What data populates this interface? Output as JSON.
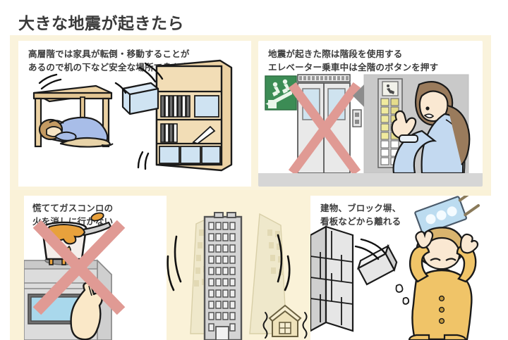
{
  "page": {
    "title": "大きな地震が起きたら",
    "background_color": "#ffffff",
    "band_color": "#faf3dc",
    "panel_color": "#ffffff",
    "title_color": "#3a3a3a"
  },
  "panels": [
    {
      "id": "high-floor-furniture",
      "text": "高層階では家具が転倒・移動することが\nあるので机の下など安全な場所で身を守る",
      "illustration": "person sheltering under table beside toppling shelf with falling storage box",
      "elements": {
        "table_color": "#e8cfa0",
        "person_clothing_color": "#a8bde8",
        "shelf_color": "#e8cfa0",
        "box_color": "#cfe3f2"
      }
    },
    {
      "id": "use-stairs-elevator",
      "text": "地震が起きた際は階段を使用する\nエレベーター乗車中は全階のボタンを押す",
      "illustration": "green emergency exit sign, elevator doors crossed out in red, woman pressing all elevator floor buttons",
      "elements": {
        "exit_sign_color": "#3c8c55",
        "cross_mark_color": "#e09a94",
        "elevator_wall_color": "#c9c9c9",
        "button_highlight_color": "#e8e09a",
        "woman_clothing_color": "#c3d9f0",
        "woman_hair_color": "#9a7b5c"
      }
    },
    {
      "id": "do-not-rush-to-stove",
      "text": "慌ててガスコンロの\n火を消しに行かない",
      "illustration": "hand reaching for gas stove knob with spilling pot, crossed out in red",
      "elements": {
        "cross_mark_color": "#e09a94",
        "stove_color": "#d8d8d8",
        "pot_contents_color": "#e8a13c",
        "hand_color": "#fae8c8"
      }
    },
    {
      "id": "keep-away-from-structures",
      "text": "建物、ブロック塀、\n看板などから離れる",
      "illustration": "block wall shedding a brick, falling blue signboard, woman covering head",
      "elements": {
        "wall_color": "#e0e0e0",
        "sign_color": "#bcdcf0",
        "woman_coat_color": "#f0c468",
        "woman_hair_color": "#d9b46e"
      }
    }
  ],
  "center_illustration": {
    "id": "swaying-highrise",
    "description": "tall high-rise building swaying with motion arcs and a small shaking house",
    "building_color": "#d4d4d4",
    "building_outline": "#555555",
    "sway_ghost_color": "#efe8cb",
    "house_color": "#efe3bb",
    "motion_line_color": "#222222"
  },
  "icons": {
    "exit_running_figure": "emergency-exit-runner",
    "cross_mark": "red-x-prohibition",
    "motion_lines": "shaking-motion-lines"
  }
}
